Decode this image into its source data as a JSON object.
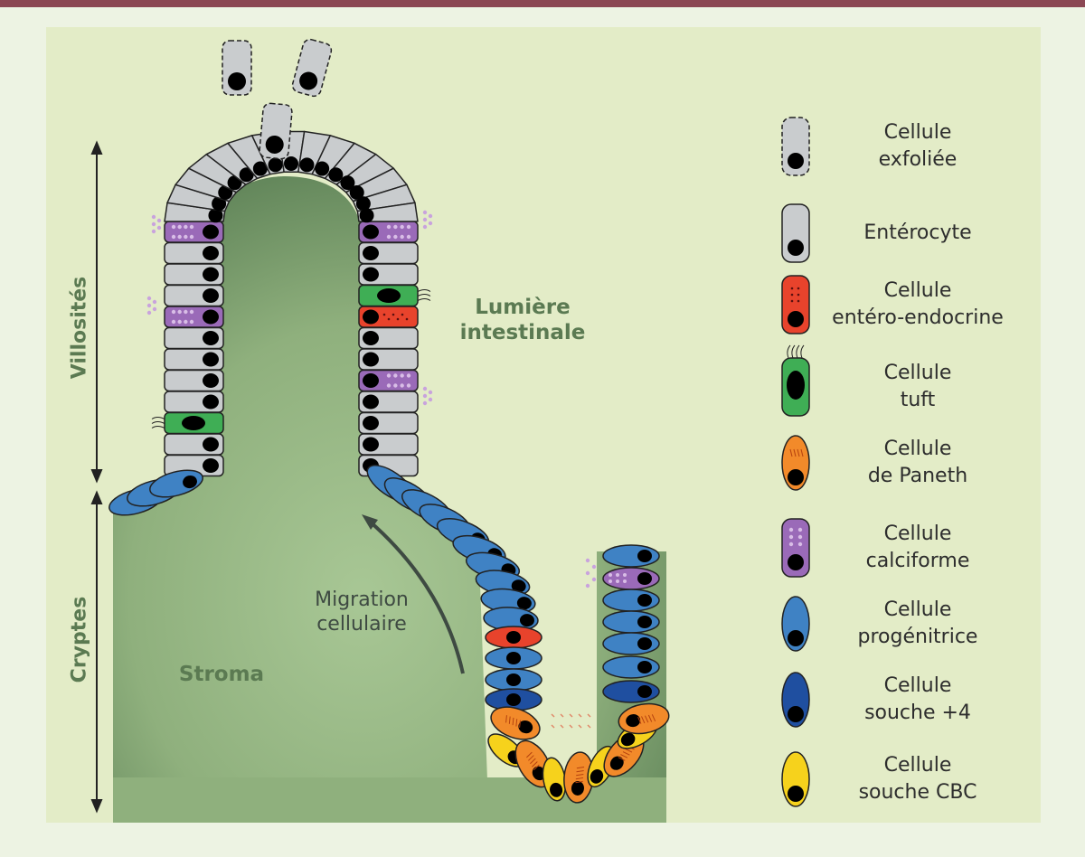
{
  "labels": {
    "villosites": "Villosités",
    "cryptes": "Cryptes",
    "lumiere": [
      "Lumière",
      "intestinale"
    ],
    "stroma": "Stroma",
    "migration": [
      "Migration",
      "cellulaire"
    ]
  },
  "legend": [
    {
      "lines": [
        "Cellule",
        "exfoliée"
      ],
      "icon": "exfoliated-cell-icon",
      "fill": "#c9ccce"
    },
    {
      "lines": [
        "Entérocyte"
      ],
      "icon": "enterocyte-icon",
      "fill": "#c9ccce"
    },
    {
      "lines": [
        "Cellule",
        "entéro-endocrine"
      ],
      "icon": "enteroendocrine-cell-icon",
      "fill": "#e8432c"
    },
    {
      "lines": [
        "Cellule",
        "tuft"
      ],
      "icon": "tuft-cell-icon",
      "fill": "#3fae55"
    },
    {
      "lines": [
        "Cellule",
        "de Paneth"
      ],
      "icon": "paneth-cell-icon",
      "fill": "#f28a2a"
    },
    {
      "lines": [
        "Cellule",
        "calciforme"
      ],
      "icon": "goblet-cell-icon",
      "fill": "#9a6ab8"
    },
    {
      "lines": [
        "Cellule",
        "progénitrice"
      ],
      "icon": "progenitor-cell-icon",
      "fill": "#3f82c4"
    },
    {
      "lines": [
        "Cellule",
        "souche +4"
      ],
      "icon": "stem-cell-plus4-icon",
      "fill": "#1f4fa0"
    },
    {
      "lines": [
        "Cellule",
        "souche CBC"
      ],
      "icon": "cbc-stem-cell-icon",
      "fill": "#f6d21c"
    }
  ],
  "colors": {
    "enterocyte": "#c9ccce",
    "goblet": "#9a6ab8",
    "tuft": "#3fae55",
    "enteroendocrine": "#e8432c",
    "paneth": "#f28a2a",
    "progenitor": "#3f82c4",
    "stem_plus4": "#1f4fa0",
    "stem_cbc": "#f6d21c",
    "stroma": "#8fb07d"
  }
}
